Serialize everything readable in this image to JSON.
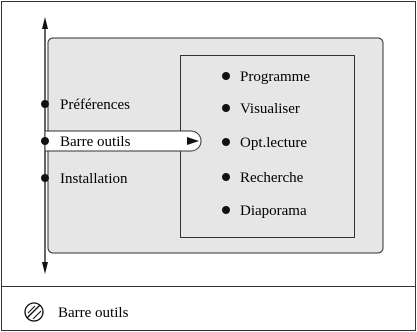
{
  "menu": {
    "items": [
      {
        "label": "Préférences",
        "selected": false
      },
      {
        "label": "Barre outils",
        "selected": true
      },
      {
        "label": "Installation",
        "selected": false
      }
    ]
  },
  "submenu": {
    "items": [
      {
        "label": "Programme"
      },
      {
        "label": "Visualiser"
      },
      {
        "label": "Opt.lecture"
      },
      {
        "label": "Recherche"
      },
      {
        "label": "Diaporama"
      }
    ]
  },
  "footer": {
    "icon": "no-entry-icon",
    "label": "Barre outils"
  },
  "colors": {
    "panel_fill": "#e6e6e6",
    "line": "#333333",
    "bullet": "#111111"
  }
}
